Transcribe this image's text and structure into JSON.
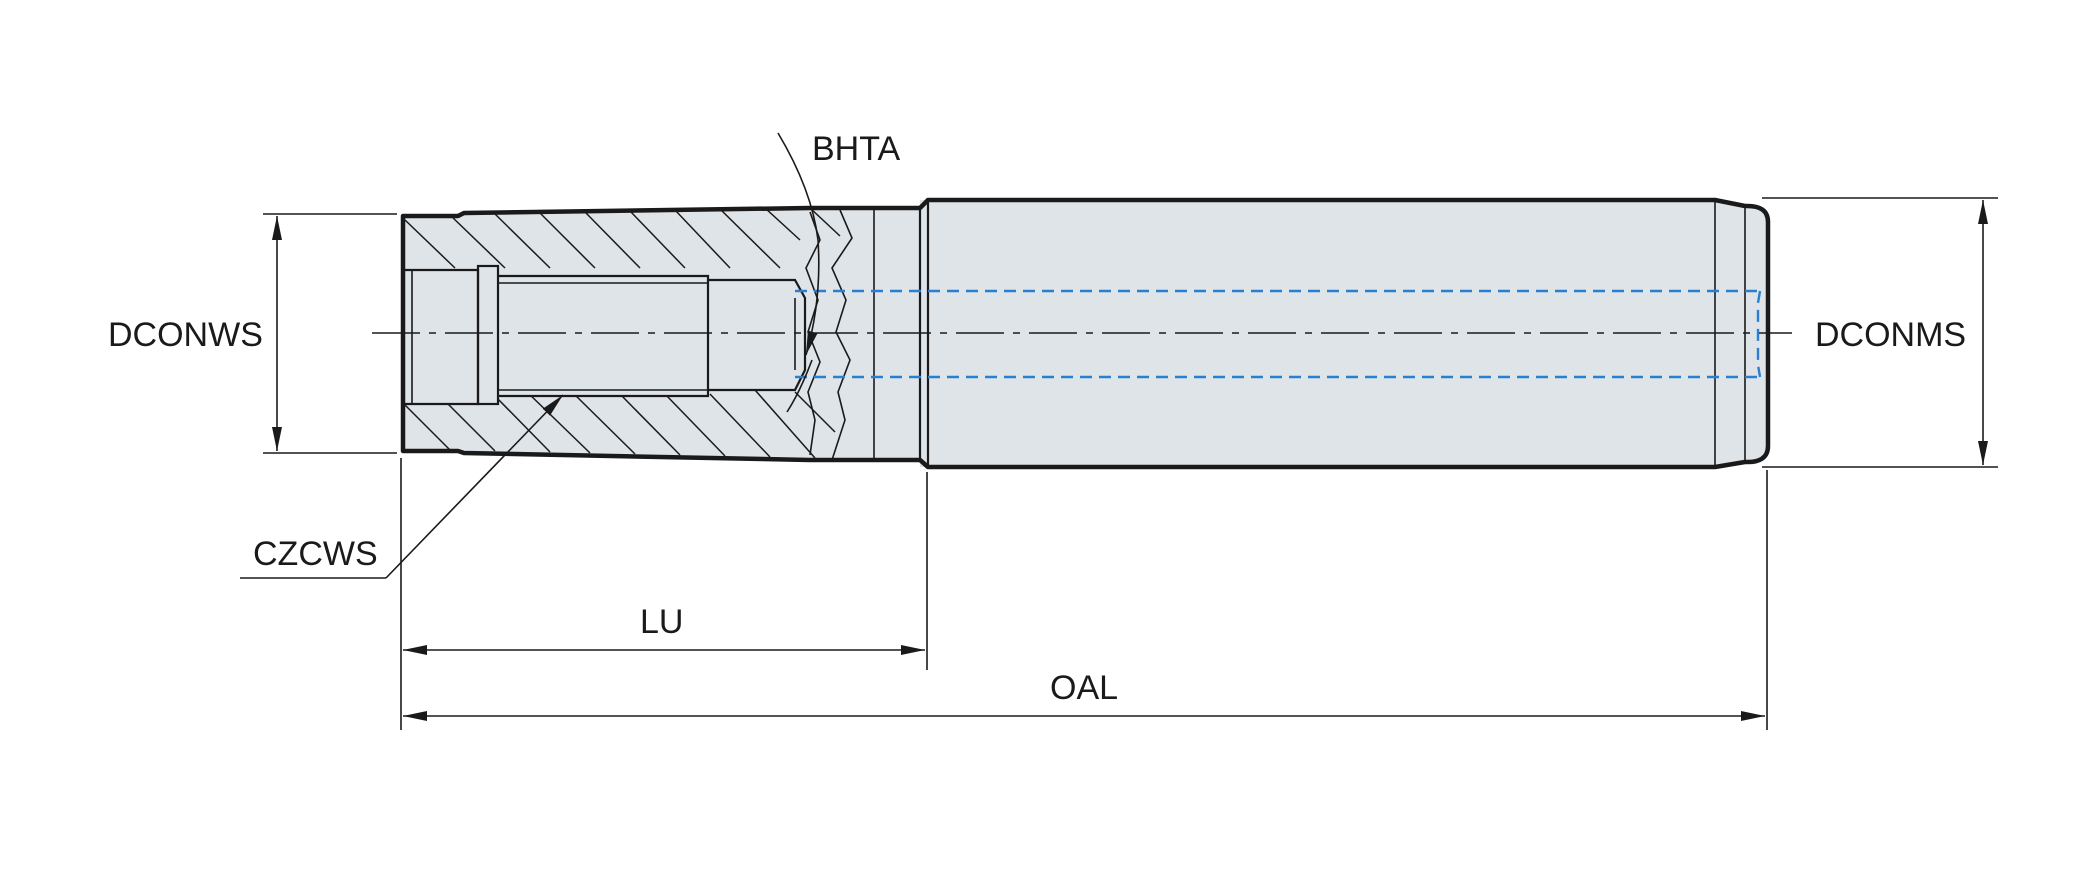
{
  "labels": {
    "dconws": "DCONWS",
    "dconms": "DCONMS",
    "bhta": "BHTA",
    "czcws": "CZCWS",
    "lu": "LU",
    "oal": "OAL"
  },
  "colors": {
    "body_fill": "#dfe4e9",
    "outline": "#1a1a1a",
    "coolant_line": "#2a7fd0"
  }
}
